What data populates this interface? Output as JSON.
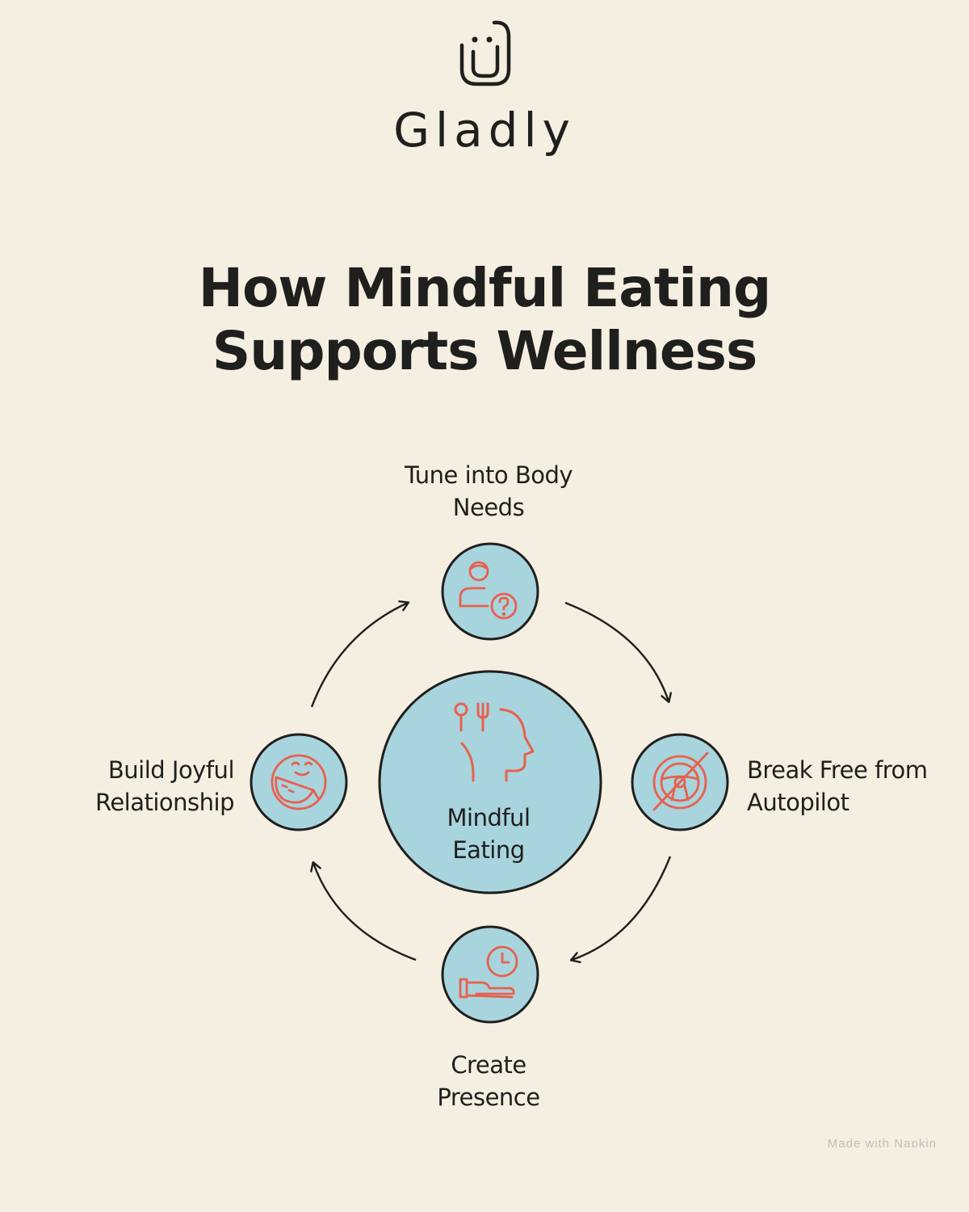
{
  "brand": {
    "name": "Gladly"
  },
  "title": "How Mindful Eating Supports Wellness",
  "diagram": {
    "center": {
      "label_line1": "Mindful",
      "label_line2": "Eating",
      "icon": "head-with-utensils-icon"
    },
    "steps": [
      {
        "line1": "Tune into Body",
        "line2": "Needs",
        "icon": "person-question-icon"
      },
      {
        "line1": "Break Free from",
        "line2": "Autopilot",
        "icon": "no-steering-wheel-icon"
      },
      {
        "line1": "Create",
        "line2": "Presence",
        "icon": "hand-clock-icon"
      },
      {
        "line1": "Build Joyful",
        "line2": "Relationship",
        "icon": "smiling-face-eating-icon"
      }
    ],
    "flow": "clockwise"
  },
  "watermark": "Made with Napkin",
  "colors": {
    "background": "#f4efe0",
    "circle_fill": "#a8d4de",
    "icon_stroke": "#e8604c",
    "text": "#1f1f1d"
  }
}
